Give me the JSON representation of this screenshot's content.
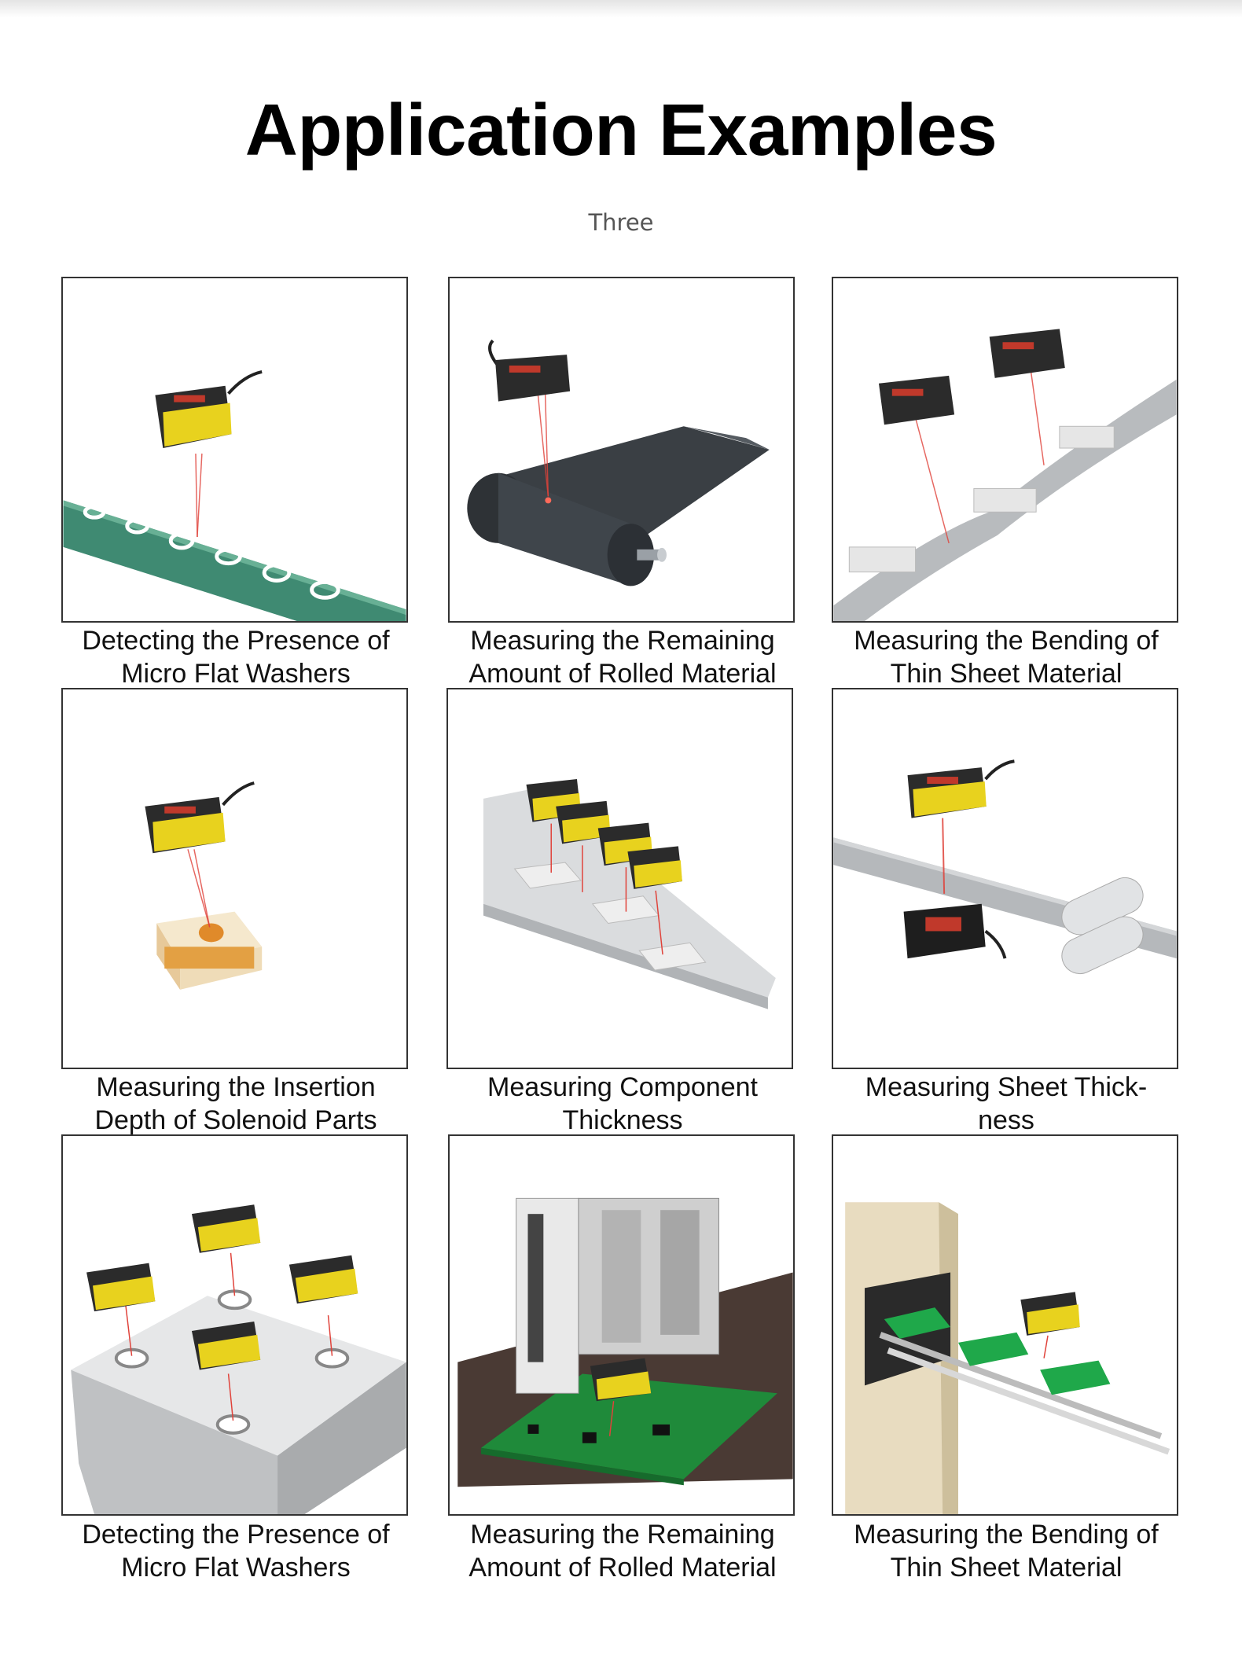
{
  "page": {
    "title": "Application Examples",
    "subtitle": "Three"
  },
  "examples": [
    {
      "line1": "Detecting the Presence of",
      "line2": "Micro Flat Washers"
    },
    {
      "line1": "Measuring the Remaining",
      "line2": "Amount of Rolled Material"
    },
    {
      "line1": "Measuring the Bending of",
      "line2": "Thin Sheet Material"
    },
    {
      "line1": "Measuring the Insertion",
      "line2": "Depth of Solenoid Parts"
    },
    {
      "line1": "Measuring Component",
      "line2": "Thickness"
    },
    {
      "line1": "Measuring Sheet Thick-",
      "line2": "ness"
    },
    {
      "line1": "Detecting the Presence of",
      "line2": "Micro Flat Washers"
    },
    {
      "line1": "Measuring the Remaining",
      "line2": "Amount of Rolled Material"
    },
    {
      "line1": "Measuring the Bending of",
      "line2": "Thin Sheet Material"
    }
  ],
  "colors": {
    "sensor_body": "#2b2b2b",
    "sensor_label": "#e8d21e",
    "laser": "#e0423a",
    "washer_strip": "#3f8a72",
    "roll": "#3a3f44",
    "pcb": "#1f8a3a"
  }
}
